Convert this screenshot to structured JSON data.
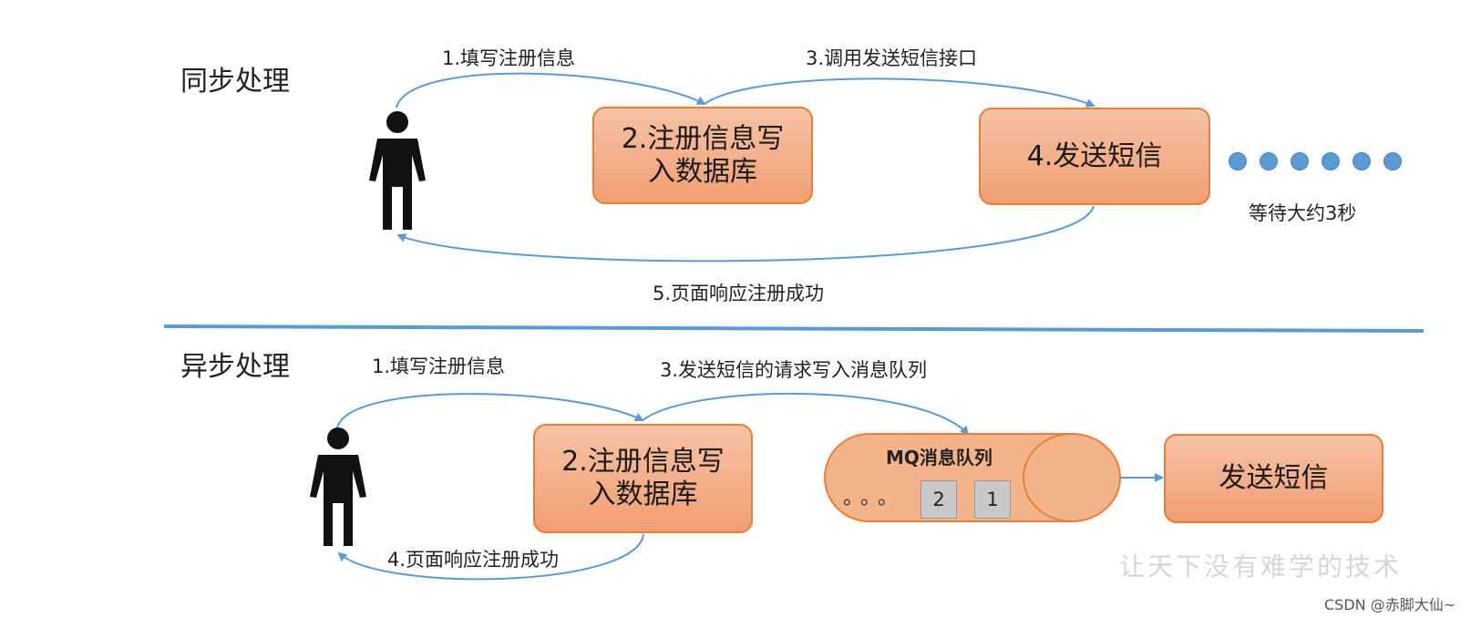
{
  "sync": {
    "title": "同步处理",
    "step1": "1.填写注册信息",
    "box_db": [
      "2.注册信息写",
      "入数据库"
    ],
    "step3": "3.调用发送短信接口",
    "box_sms": "4.发送短信",
    "wait": "等待大约3秒",
    "step5": "5.页面响应注册成功"
  },
  "async": {
    "title": "异步处理",
    "step1": "1.填写注册信息",
    "box_db": [
      "2.注册信息写",
      "入数据库"
    ],
    "step3": "3.发送短信的请求写入消息队列",
    "mq_title": "MQ消息队列",
    "mq_ellipsis": "。。。",
    "mq_messages": [
      "2",
      "1"
    ],
    "box_sms": "发送短信",
    "step4": "4.页面响应注册成功"
  },
  "watermark": "让天下没有难学的技术",
  "credit": "CSDN @赤脚大仙~",
  "colors": {
    "arrow": "#5b9bd5",
    "box_fill_top": "#f6c3a5",
    "box_fill_bottom": "#f19e72",
    "box_border": "#ed7d31",
    "divider": "#5b9bd5",
    "dot": "#5b9bd5"
  }
}
